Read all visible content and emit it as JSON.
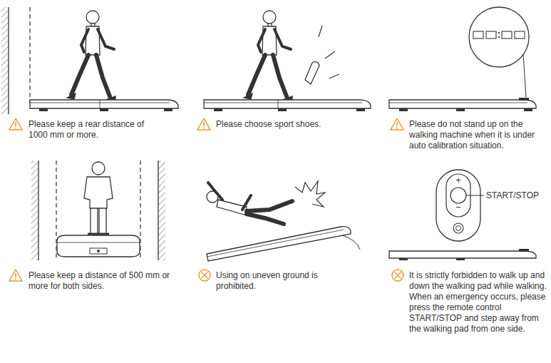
{
  "diagram": {
    "labels": [
      "Please keep a rear distance of 1000 mm or more.",
      "Please choose sport shoes.",
      "Please do not stand up on the walking machine when it is under auto calibration situation.",
      "Please keep a distance of 500 mm or more for both sides.",
      "Using on uneven ground is prohibited.",
      "It is strictly forbidden to walk up and down the walking pad while walking. When an emergency occurs, please press the remote control START/STOP and step away from the walking pad from one side.",
      "+",
      "−",
      "START/STOP"
    ]
  }
}
